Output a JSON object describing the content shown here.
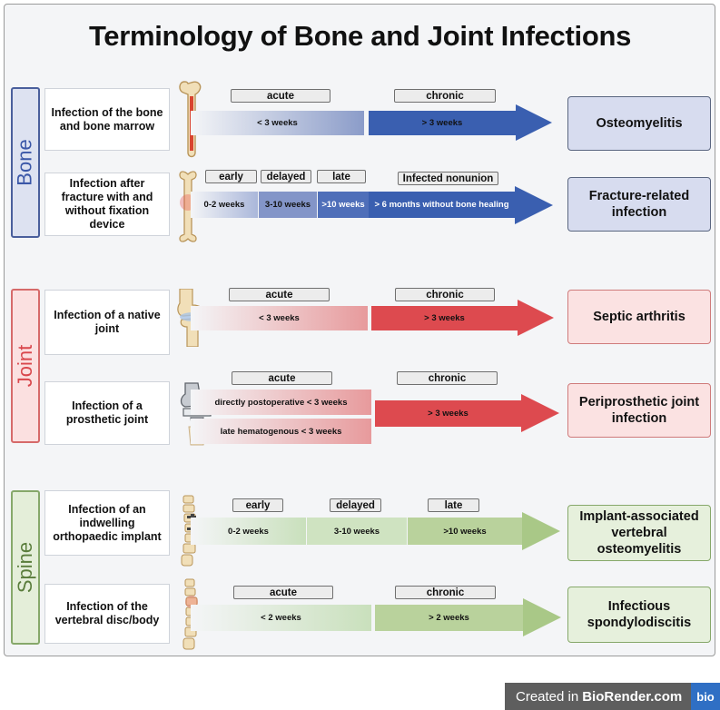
{
  "title": "Terminology of Bone and Joint Infections",
  "colors": {
    "bone": "#3a5fb0",
    "joint": "#dd4a4f",
    "spine": "#a9c887"
  },
  "sections": {
    "bone": {
      "label": "Bone",
      "rows": [
        {
          "description": "Infection of the bone and bone marrow",
          "tags": [
            "acute",
            "chronic"
          ],
          "segments": [
            "< 3 weeks",
            "> 3 weeks"
          ],
          "result": "Osteomyelitis",
          "icon": "femur-icon"
        },
        {
          "description": "Infection after fracture with and without fixation device",
          "tags": [
            "early",
            "delayed",
            "late",
            "Infected nonunion"
          ],
          "segments": [
            "0-2 weeks",
            "3-10 weeks",
            ">10 weeks",
            "> 6 months without bone healing"
          ],
          "result": "Fracture-related infection",
          "icon": "fractured-bone-icon"
        }
      ]
    },
    "joint": {
      "label": "Joint",
      "rows": [
        {
          "description": "Infection of a native joint",
          "tags": [
            "acute",
            "chronic"
          ],
          "segments": [
            "< 3 weeks",
            "> 3 weeks"
          ],
          "result": "Septic arthritis",
          "icon": "knee-joint-icon"
        },
        {
          "description": "Infection of a prosthetic joint",
          "tags": [
            "acute",
            "chronic"
          ],
          "segments": [
            "directly postoperative < 3 weeks",
            "late hematogenous < 3 weeks",
            "> 3 weeks"
          ],
          "result": "Periprosthetic joint infection",
          "icon": "knee-prosthesis-icon"
        }
      ]
    },
    "spine": {
      "label": "Spine",
      "rows": [
        {
          "description": "Infection of an indwelling orthopaedic implant",
          "tags": [
            "early",
            "delayed",
            "late"
          ],
          "segments": [
            "0-2 weeks",
            "3-10 weeks",
            ">10 weeks"
          ],
          "result": "Implant-associated vertebral osteomyelitis",
          "icon": "spine-implant-icon"
        },
        {
          "description": "Infection of the vertebral disc/body",
          "tags": [
            "acute",
            "chronic"
          ],
          "segments": [
            "< 2 weeks",
            "> 2 weeks"
          ],
          "result": "Infectious spondylodiscitis",
          "icon": "spine-icon"
        }
      ]
    }
  },
  "footer": {
    "prefix": "Created in",
    "brand": "BioRender.com",
    "logo": "bio"
  }
}
